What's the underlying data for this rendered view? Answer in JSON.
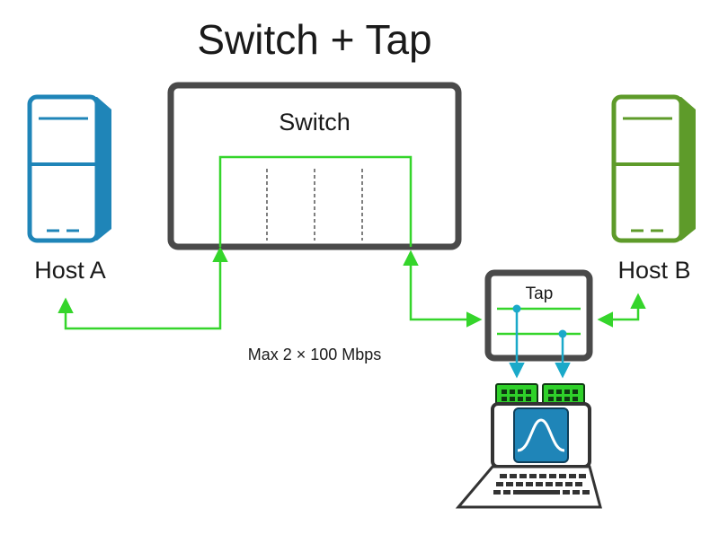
{
  "title": "Switch + Tap",
  "switch": {
    "label": "Switch"
  },
  "host_a": {
    "label": "Host A",
    "color": "#1f85b8"
  },
  "host_b": {
    "label": "Host B",
    "color": "#5e9b2a"
  },
  "tap": {
    "label": "Tap"
  },
  "link": {
    "label": "Max 2 × 100 Mbps"
  },
  "colors": {
    "link_line": "#35d52b",
    "tap_line": "#1aa9c9",
    "frame": "#4a4a4a",
    "nic_green": "#2fd12a"
  },
  "icons": [
    "server-icon",
    "switch-icon",
    "tap-icon",
    "network-card-icon",
    "laptop-icon",
    "waveform-icon"
  ]
}
